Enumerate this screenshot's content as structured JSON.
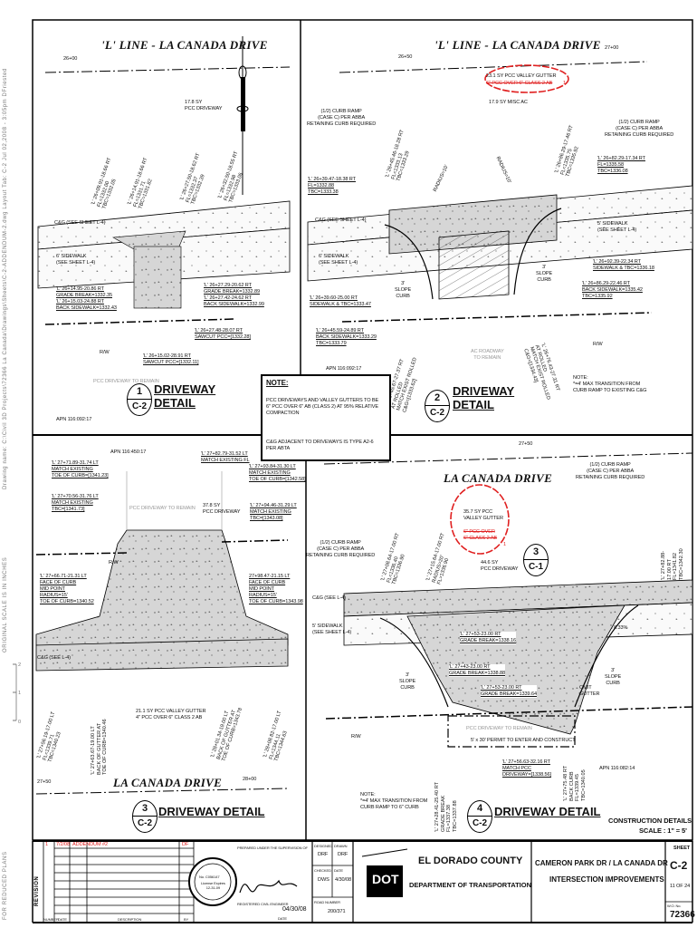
{
  "margin": {
    "drawing_name": "Drawing name: C:\\Civil 3D Projects\\72366 La Canada\\Drawings\\Sheets\\C-2-ADDENDUM-2.dwg   Layout Tab: C-2   Jul 02,2008 - 3:05pm DFriested",
    "scale_note": "ORIGINAL SCALE IS IN INCHES",
    "scale_marks": [
      "0",
      "1",
      "2"
    ],
    "reduced": "FOR REDUCED PLANS"
  },
  "detail1": {
    "title": "'L' LINE - LA CANADA DRIVE",
    "station_start": "26+00",
    "driveway_area": "17.8 SY\nPCC DRIVEWAY",
    "rot_labels": [
      "'L' 26+09.91-18.66 RT\nFL=1332.00\nTBC=1332.05",
      "'L' 26+14.91-18.66 RT\nFL=1331.71\nTBC=1331.82",
      "'L' 26+27.50-18.62 RT\nFL=1332.37\nTBC=1332.39",
      "'L' 26+32.50-18.55 RT\nFL=1332.98\nTBC=1333.06"
    ],
    "cg": "C&G (SEE SHEET L-4)",
    "sidewalk": "6' SIDEWALK\n(SEE SHEET L-4)",
    "left_pt": "'L' 26+14.95-20.86 RT\nGRADE BREAK=1332.35\n'L' 26+15.03-24.88 RT\nBACK SIDEWALK=1332.43",
    "right_pt": "'L' 26+27.29-20.62 RT\nGRADE BREAK=1332.89\n'L' 26+27.42-24.62 RT\nBACK SIDEWALK=1332.99",
    "sawcut_r": "'L' 26+27.48-28.07 RT\nSAWCUT PCC=[1332.28]",
    "sawcut_l": "'L' 26+15.02-28.91 RT\nSAWCUT PCC=[1332.11]",
    "rw": "R/W",
    "remain": "PCC DRIVEWAY TO REMAIN",
    "apn": "APN 116:092:17",
    "caption": "DRIVEWAY\nDETAIL",
    "num": "1",
    "sheet": "C-2"
  },
  "detail2": {
    "title": "'L' LINE - LA CANADA DRIVE",
    "station_a": "26+50",
    "station_b": "27+00",
    "valley_gutter": "23.1 SY PCC VALLEY GUTTER",
    "valley_struck": "6\" PCC OVER 6\" CLASS 2 AB",
    "rev_mark": "1",
    "misc_ac": "17.9 SY MISC AC",
    "ramp_l": "(1/2) CURB RAMP\n(CASE C) PER ABBA\nRETAINING CURB REQUIRED",
    "ramp_r": "(1/2) CURB RAMP\n(CASE C) PER ABBA\nRETAINING CURB REQUIRED",
    "pt_l1": "'L' 26+39.47-18.38 RT\nFL=1332.88\nTBC=1333.38",
    "pt_r1": "'L' 26+82.29-17.34 RT\nFL=1335.58\nTBC=1336.08",
    "rot_l": "'L' 26+45.46-18.28 RT\nFL=1333.13\nTBC=1333.29",
    "rot_r": "'L' 26+86.29-17.46 RT\nFL=1335.75\nTBC=1335.92",
    "radius_l": "RADIUS=10'",
    "radius_r": "RADIUS=10'",
    "cg": "C&G (SEE SHEET L-4)",
    "sidewalk_l": "6' SIDEWALK\n(SEE SHEET L-4)",
    "sidewalk_r": "5' SIDEWALK\n(SEE SHEET L-4)",
    "slope_l": "3'\nSLOPE\nCURB",
    "slope_r": "3'\nSLOPE\nCURB",
    "pt_l2": "'L' 26+39.60-25.00 RT\nSIDEWALK & TBC=1333.47",
    "pt_l3": "'L' 26+45.59-24.89 RT\nBACK SIDEWALK=1333.29\nTBC=1333.79",
    "pt_r2": "'L' 26+92.39-22.34 RT\nSIDEWALK & TBC=1336.18",
    "pt_r3": "'L' 26+86.29-22.46 RT\nBACK SIDEWALK=1335.42\nTBC=1335.92",
    "rw": "R/W",
    "ac_remain": "AC ROADWAY\nTO REMAIN",
    "apn": "APN 116:092:17",
    "note": "NOTE:\n*=4' MAX TRANSITION FROM\nCURB RAMP TO EXISTING C&G",
    "caption": "DRIVEWAY\nDETAIL",
    "num": "2",
    "sheet": "C-2",
    "rot_match_l": "'L' 26+45.67-27.37 RT\nAT ROLLED\nMATCH EXIST ROLLED\nC&G=[1333.62]",
    "rot_match_r": "'L' 26+76.43-27.31 RT\nAT ROLLED\nMATCH EXIST ROLLED\nC&G=[1334.43]"
  },
  "note_box": {
    "heading": "NOTE:",
    "line1": "PCC DRIVEWAYS AND VALLEY GUTTERS TO BE 6\" PCC OVER 6\" AB (CLASS 2) AT 95% RELATIVE COMPACTION",
    "line2": "C&G ADJACENT TO DRIVEWAYS IS TYPE A2-6 PER ABTA"
  },
  "detail3": {
    "apn": "APN 116:450:17",
    "pt1": "'L' 27+71.89-31.74 LT\nMATCH EXISTING\nTOE OF CURB=[1341.23]",
    "pt2": "'L' 27+70.56-31.76 LT\nMATCH EXISTING\nTBC=[1341.73]",
    "pt3": "'L' 27+82.79-31.52 LT\nMATCH EXISTING FL",
    "pt4": "'L' 27+93.84-31.30 LT\nMATCH EXISTING\nTOE OF CURB=[1342.58]",
    "pt5": "'L' 27+94.46-31.29 LT\nMATCH EXISTING\nTBC=[1343.08]",
    "remain": "PCC DRIVEWAY TO REMAIN",
    "area": "37.8 SY\nPCC DRIVEWAY",
    "rw": "R/W",
    "pt6": "'L' 27+66.71-21.31 LT\nFACE OF CURB\nMID POINT\nRADIUS=15'\nTOE OF CURB=1340.52",
    "pt7": "27+98.47-21.15 LT\nFACE OF CURB\nMID POINT\nRADIUS=15'\nTOE OF CURB=1343.98",
    "cg": "C&G (SEE L-4)",
    "rot1": "'L' 27+56.19-17.00 LT\nFL=1339.71\nTBC=1340.23",
    "rot2": "'L' 27+63.67-19.00 LT\nBACK OF GUTTER AT\nTOE OF CURB=1340.46",
    "rot3": "'L' 28+01.34-19.00 LT\nBACK OF GUTTER AT\nTOE OF CURB=1343.78",
    "rot4": "'L' 28+08.82-17.00 LT\nFL=1344.11\nTBC=1344.63",
    "valley": "21.1 SY PCC VALLEY GUTTER\n4\" PCC OVER 6\" CLASS 2 AB",
    "station_a": "27+50",
    "station_b": "28+00",
    "road": "LA CANADA DRIVE",
    "caption": "DRIVEWAY DETAIL",
    "num": "3",
    "sheet": "C-2"
  },
  "detail4": {
    "station": "27+50",
    "road": "LA CANADA DRIVE",
    "valley": "35.7 SY PCC\nVALLEY GUTTER",
    "valley_struck": "6\" PCC OVER\n6\" CLASS 2 AB",
    "rev_mark": "1",
    "area": "44.6 SY\nPCC DRIVEWAY",
    "ref_num": "3",
    "ref_sheet": "C-1",
    "ramp_l": "(1/2) CURB RAMP\n(CASE C) PER ABBA\nRETAINING CURB REQUIRED",
    "ramp_r": "(1/2) CURB RAMP\n(CASE C) PER ABBA\nRETAINING CURB REQUIRED",
    "cg": "C&G (SEE L-4)",
    "sidewalk": "5' SIDEWALK\n(SEE SHEET L-4)",
    "gb1": "'L' 27+53-23.00 RT\nGRADE BREAK=1338.16",
    "gb2": "'L' 27+43-23.00 RT\nGRADE BREAK=1338.88",
    "gb3": "'L' 27+53-23.00 RT\nGRADE BREAK=1339.64",
    "slope_l": "3'\nSLOPE\nCURB",
    "slope_r": "3'\nSLOPE\nCURB",
    "omit": "OMIT\nGUTTER",
    "pct": "8.33%",
    "remain": "PCC DRIVEWAY TO REMAIN",
    "permit": "5' x 30' PERMIT TO ENTER AND CONSTRUCT",
    "match": "'L' 27+56.63-32.16 RT\nMATCH PCC\nDRIVEWAY=[1338.56]",
    "apn": "APN 116:082:14",
    "rw": "R/W",
    "note": "NOTE:\n*=4' MAX TRANSITION FROM\nCURB RAMP TO 6\" CURB",
    "rot1": "'L' 27+15.64-17.00 RT\nRADIUS=20'\nFL=1336.90",
    "rot2": "'L' 27+08.64-17.00 RT\nFL=1336.40\nTBC=1336.90",
    "rot3": "'L' 27+82.88-17.00 RT\nFL=1341.82\nTBC=1342.30",
    "rot4": "'L' 27+28.41-25.40 RT\nGRADE BREAK\nFL=1337.38\nTBC=1337.88",
    "rot5": "'L' 27+75.48 RT\nBACK CURB\nFL=1339.45\nTBC=1340.05",
    "caption": "DRIVEWAY DETAIL",
    "num": "4",
    "sheet": "C-2",
    "construction": "CONSTRUCTION DETAILS",
    "scale": "SCALE : 1\" = 5'"
  },
  "title_block": {
    "revision_label": "REVISION",
    "rev_row": [
      "1",
      "7/2/08",
      "ADDENDUM #2",
      "DF"
    ],
    "rev_cols": [
      "NUMBER",
      "DATE",
      "DESCRIPTION",
      "BY"
    ],
    "seal_no": "No. C056147",
    "seal_exp": "License Expires\n12-31-09",
    "prepared": "PREPARED UNDER THE SUPERVISION OF",
    "reg": "REGISTERED CIVIL ENGINEER",
    "sig_date": "04/30/08",
    "date_label": "DATE",
    "designed_label": "DESIGNED",
    "designed": "DRF",
    "drawn_label": "DRAWN",
    "drawn": "DRF",
    "checked_label": "CHECKED",
    "checked": "DWS",
    "date2_label": "DATE",
    "date2": "4/30/08",
    "road_label": "ROAD NUMBER",
    "road_no": "200/371",
    "county": "EL DORADO COUNTY",
    "dept": "DEPARTMENT OF TRANSPORTATION",
    "logo_text": "DOT",
    "project1": "CAMERON PARK DR / LA CANADA DR",
    "project2": "INTERSECTION IMPROVEMENTS",
    "sheet_label": "SHEET",
    "sheet": "C-2",
    "sheet_of": "11 OF 24",
    "wo_label": "W.O. No.",
    "wo": "72366"
  },
  "colors": {
    "revision_red": "#e02020",
    "fill_gray": "#d4d4d4"
  }
}
